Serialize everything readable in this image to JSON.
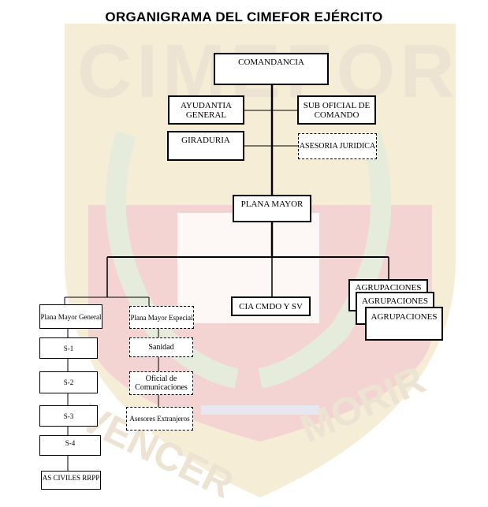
{
  "title": "ORGANIGRAMA DEL CIMEFOR EJÉRCITO",
  "watermark": {
    "big_text": "CIMEFOR",
    "motto_left": "VENCER",
    "motto_right": "MORIR",
    "colors": {
      "emblem_red": "#f3d4d2",
      "emblem_gold": "#f6edd6",
      "emblem_green": "#e6ecdc",
      "text": "#ece3d2"
    }
  },
  "nodes": {
    "comandancia": "COMANDANCIA",
    "ayudantia": "AYUDANTIA GENERAL",
    "sub_oficial": "SUB OFICIAL DE COMANDO",
    "giraduria": "GIRADURIA",
    "asesoria": "ASESORIA JURIDICA",
    "plana_mayor": "PLANA MAYOR",
    "plana_mayor_general": "Plana Mayor General",
    "plana_mayor_especial": "Plana Mayor Especial",
    "cia_cmdo": "CIA CMDO Y SV",
    "agrupaciones_1": "AGRUPACIONES",
    "agrupaciones_2": "AGRUPACIONES",
    "agrupaciones_3": "AGRUPACIONES",
    "s1": "S-1",
    "s2": "S-2",
    "s3": "S-3",
    "s4": "S-4",
    "as_civiles": "AS CIVILES RRPP",
    "sanidad": "Sanidad",
    "oficial_comunicaciones": "Oficial de Comunicaciones",
    "asesores_extranjeros": "Asesores Extranjeros"
  }
}
